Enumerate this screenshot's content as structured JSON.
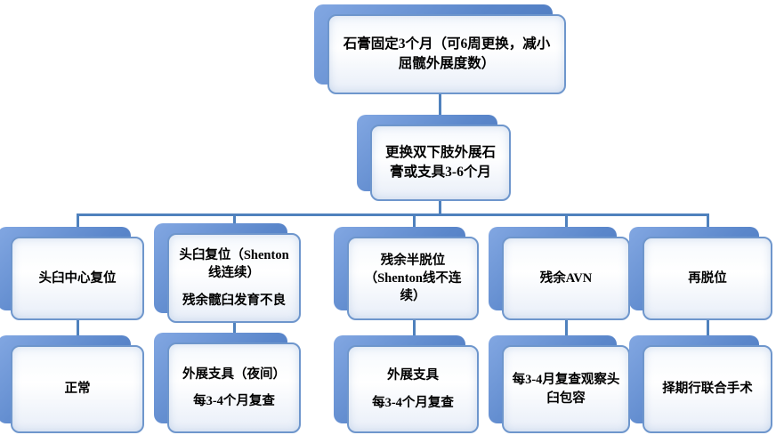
{
  "diagram": {
    "type": "flowchart",
    "colors": {
      "line": "#4f81bd",
      "border": "#6e96cc",
      "shadow_top": "#82a7e2",
      "shadow_bottom": "#4a77bd"
    },
    "nodes": {
      "root": {
        "text": "石膏固定3个月（可6周更换，减小屈髋外展度数）"
      },
      "stage2": {
        "text": "更换双下肢外展石膏或支具3-6个月"
      },
      "b1": {
        "text": "头臼中心复位"
      },
      "b2": {
        "line1": "头臼复位（Shenton线连续）",
        "line2": "残余髋臼发育不良"
      },
      "b3": {
        "text": "残余半脱位（Shenton线不连续）"
      },
      "b4": {
        "text": "残余AVN"
      },
      "b5": {
        "text": "再脱位"
      },
      "c1": {
        "text": "正常"
      },
      "c2": {
        "line1": "外展支具（夜间）",
        "line2": "每3-4个月复查"
      },
      "c3": {
        "line1": "外展支具",
        "line2": "每3-4个月复查"
      },
      "c4": {
        "text": "每3-4月复查观察头臼包容"
      },
      "c5": {
        "text": "择期行联合手术"
      }
    },
    "edges": [
      [
        "root",
        "stage2"
      ],
      [
        "stage2",
        "b1"
      ],
      [
        "stage2",
        "b2"
      ],
      [
        "stage2",
        "b3"
      ],
      [
        "stage2",
        "b4"
      ],
      [
        "stage2",
        "b5"
      ],
      [
        "b1",
        "c1"
      ],
      [
        "b2",
        "c2"
      ],
      [
        "b3",
        "c3"
      ],
      [
        "b4",
        "c4"
      ],
      [
        "b5",
        "c5"
      ]
    ]
  }
}
